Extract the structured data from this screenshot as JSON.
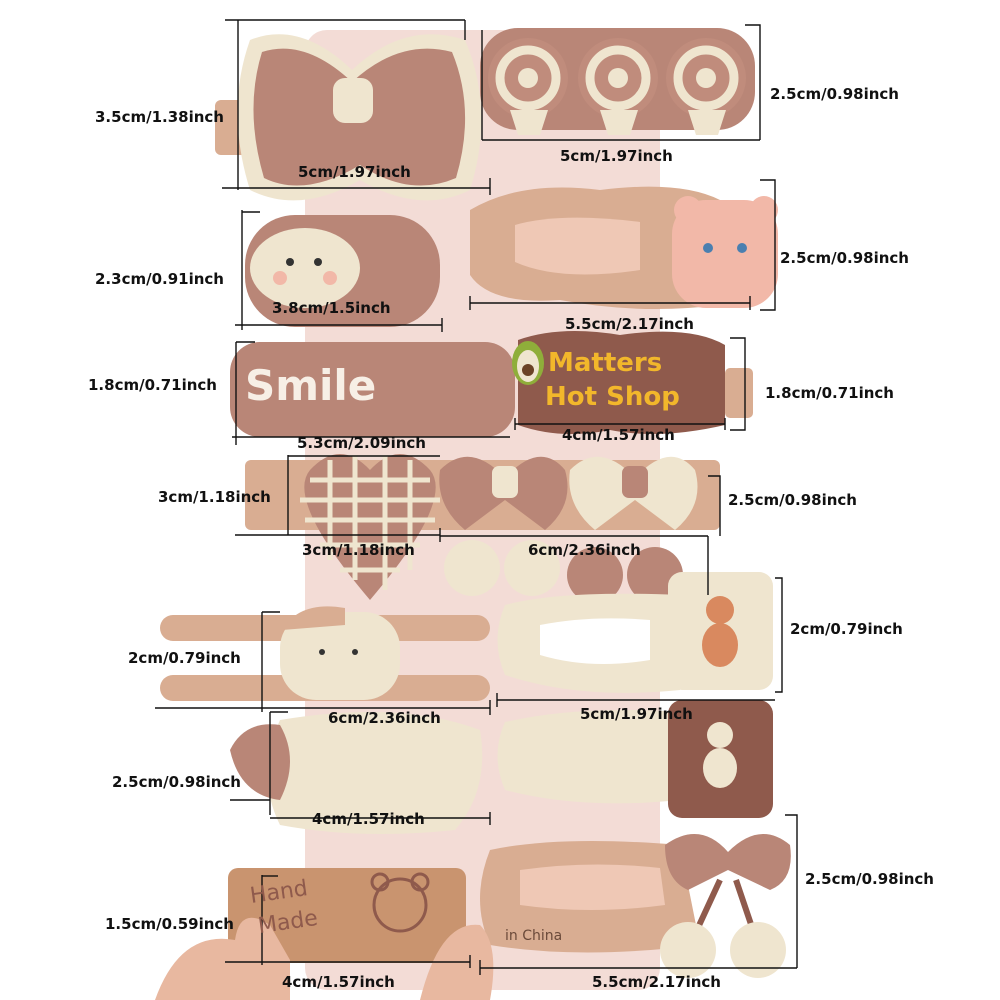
{
  "colors": {
    "background": "#ffffff",
    "card": "#f3dcd6",
    "cocoa": "#b98677",
    "cocoa_dark": "#8f5a4c",
    "latte": "#d9ad92",
    "cream": "#efe5cf",
    "yellow": "#f2b72b",
    "skin": "#efc8b5",
    "bear_pink": "#f2b8a8",
    "tan": "#c9946f"
  },
  "product_text": {
    "smile": "Smile",
    "shop_line1": "Matters",
    "shop_line2": "Hot Shop",
    "hand_line1": "Hand",
    "hand_line2": "Made",
    "origin": "in China"
  },
  "dimensions": {
    "bow_height": "3.5cm/1.38inch",
    "bow_width": "5cm/1.97inch",
    "lollipop_height": "2.5cm/0.98inch",
    "lollipop_width": "5cm/1.97inch",
    "cloud_height": "2.3cm/0.91inch",
    "cloud_width": "3.8cm/1.5inch",
    "bear_clip_height": "2.5cm/0.98inch",
    "bear_clip_width": "5.5cm/2.17inch",
    "smile_height": "1.8cm/0.71inch",
    "smile_width": "5.3cm/2.09inch",
    "shop_height": "1.8cm/0.71inch",
    "shop_width": "4cm/1.57inch",
    "heart_height": "3cm/1.18inch",
    "heart_width": "3cm/1.18inch",
    "bows_height": "2.5cm/0.98inch",
    "bows_width": "6cm/2.36inch",
    "cross_height": "2cm/0.79inch",
    "cross_width": "6cm/2.36inch",
    "teddy_height": "2cm/0.79inch",
    "teddy_width": "5cm/1.97inch",
    "cream_clip_height": "2.5cm/0.98inch",
    "cream_clip_width": "4cm/1.57inch",
    "hand_height": "1.5cm/0.59inch",
    "hand_width": "4cm/1.57inch",
    "cherry_height": "2.5cm/0.98inch",
    "cherry_width": "5.5cm/2.17inch"
  }
}
